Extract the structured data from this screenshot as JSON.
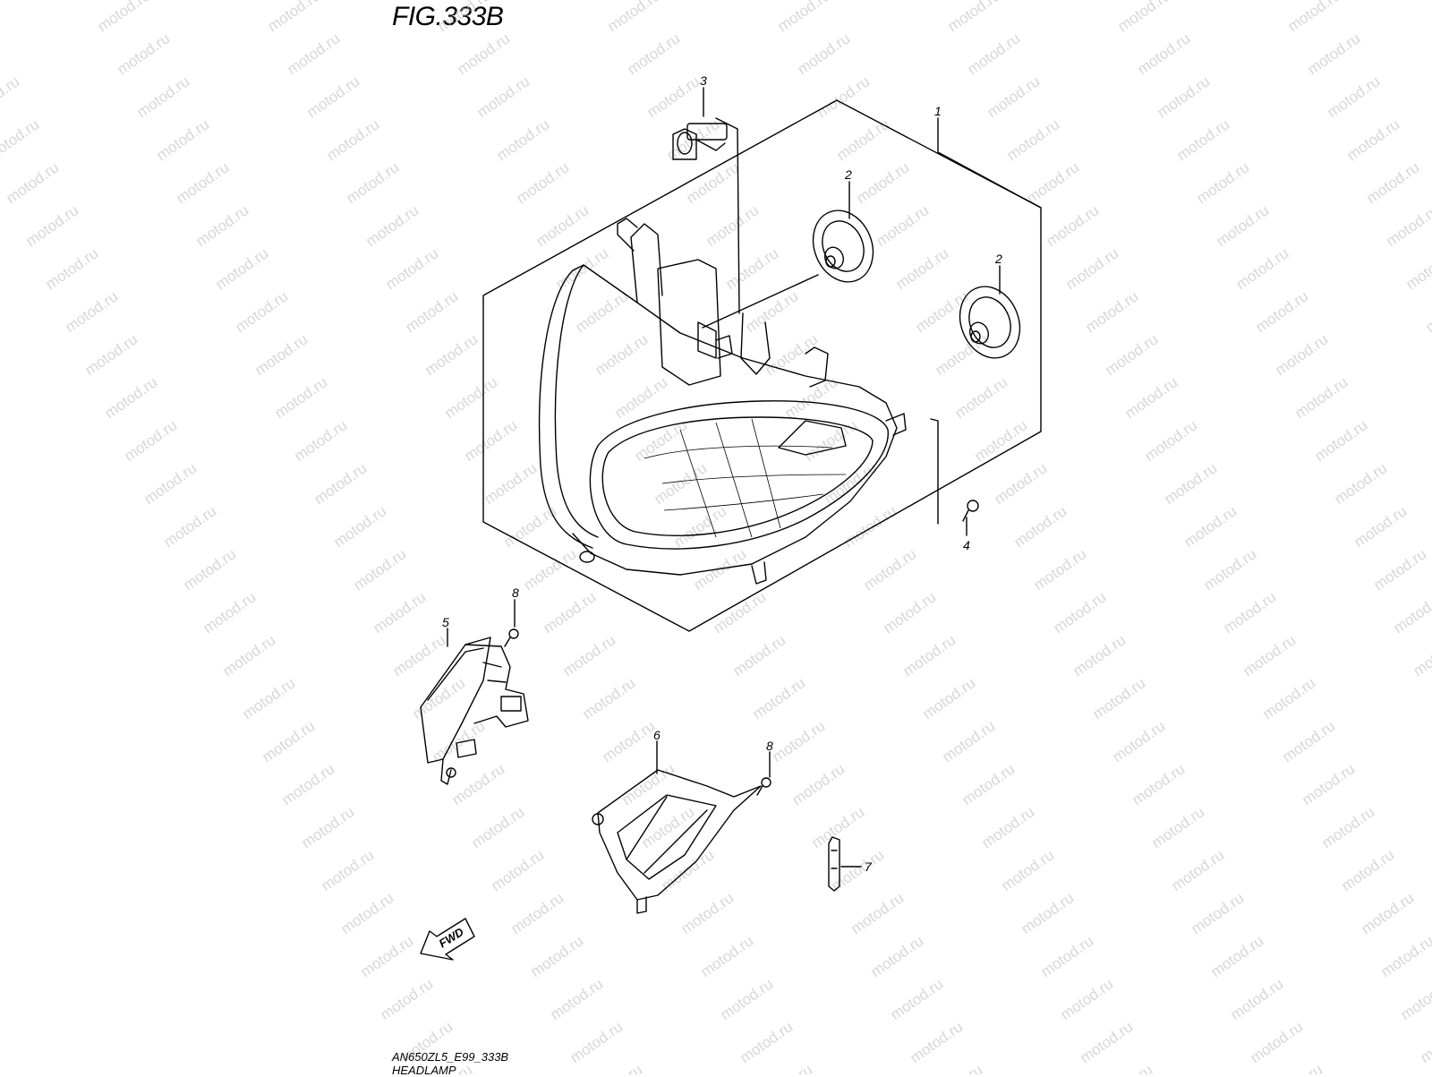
{
  "figure": {
    "title": "FIG.333B",
    "code": "AN650ZL5_E99_333B",
    "name": "HEADLAMP",
    "fwd_label": "FWD",
    "watermark": "motod.ru"
  },
  "callouts": [
    "1",
    "2",
    "2",
    "3",
    "4",
    "5",
    "6",
    "7",
    "8",
    "8"
  ],
  "colors": {
    "line": "#000000",
    "watermark": "#b7b7b7",
    "background": "#ffffff"
  }
}
